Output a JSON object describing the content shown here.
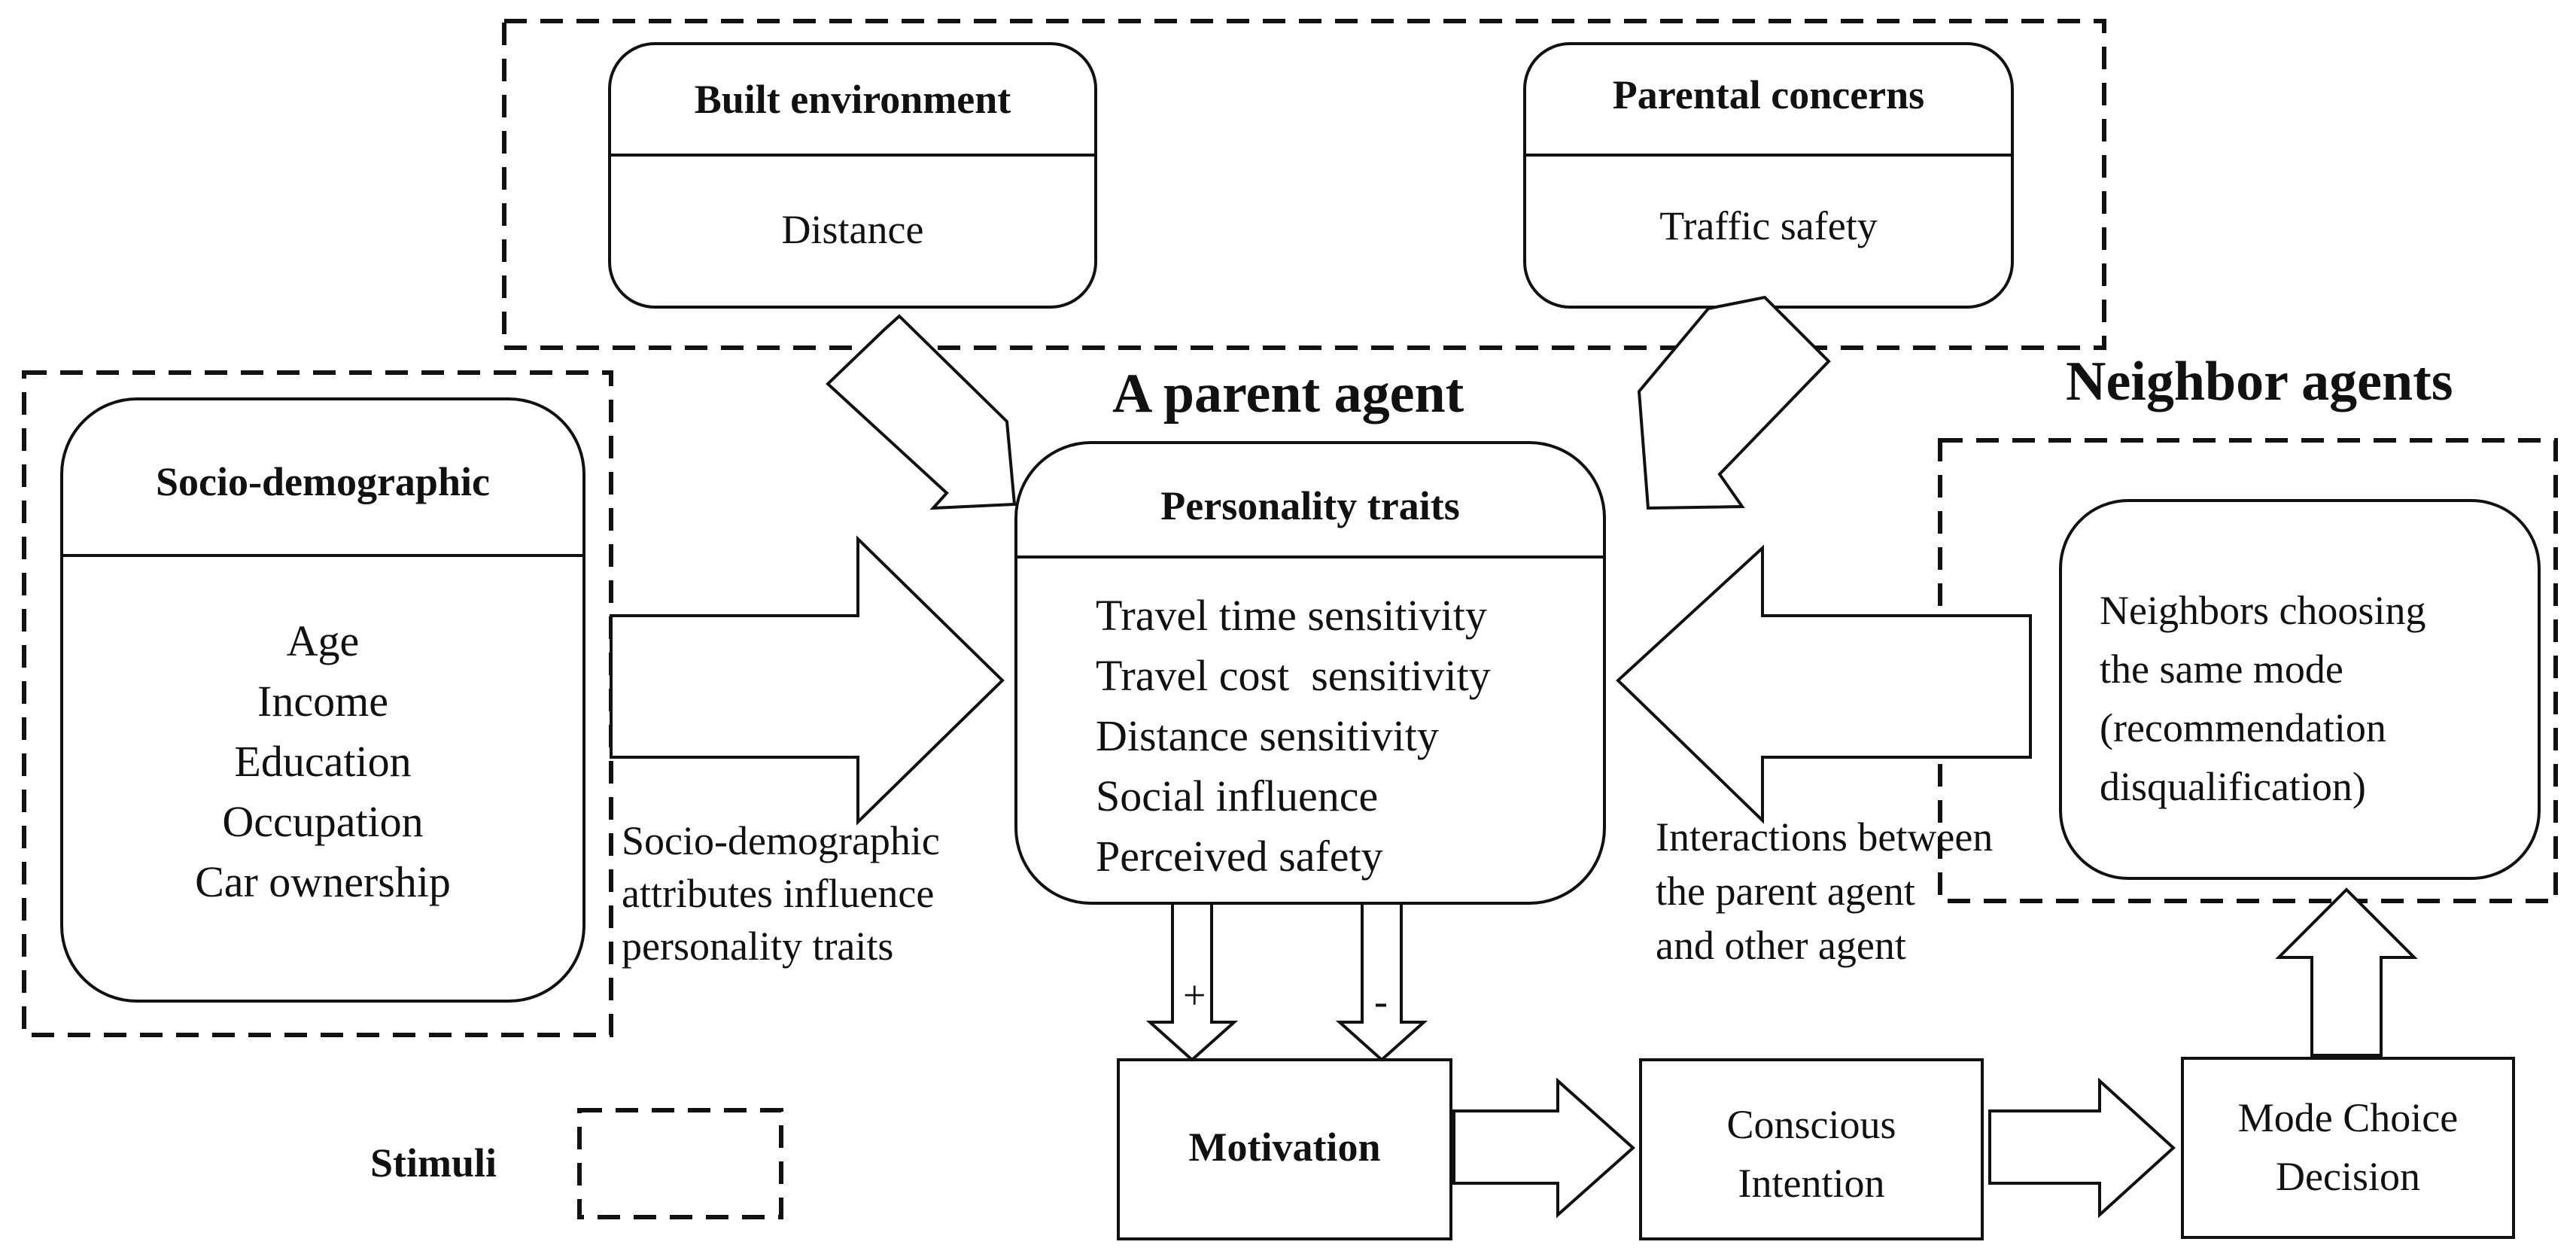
{
  "built_environment": {
    "title": "Built environment",
    "items": "Distance"
  },
  "parental_concerns": {
    "title": "Parental concerns",
    "items": "Traffic safety"
  },
  "parent_agent": {
    "heading": "A parent agent"
  },
  "neighbor_agents": {
    "heading": "Neighbor agents",
    "body": "Neighbors choosing\nthe same mode\n(recommendation\ndisqualification)"
  },
  "socio_demographic": {
    "title": "Socio-demographic",
    "items": [
      "Age",
      "Income",
      "Education",
      "Occupation",
      "Car ownership"
    ]
  },
  "personality_traits": {
    "title": "Personality traits",
    "items": [
      "Travel time sensitivity",
      "Travel cost  sensitivity",
      "Distance sensitivity",
      "Social influence",
      "Perceived safety"
    ]
  },
  "arrow_labels": {
    "socio_influence": "Socio-demographic\n attributes influence\npersonality traits",
    "interactions": "Interactions between\nthe parent agent\nand other agent",
    "positive": "+",
    "negative": "-"
  },
  "process": {
    "motivation": "Motivation",
    "conscious_intention": "Conscious\nIntention",
    "mode_choice": "Mode Choice\nDecision"
  },
  "legend": {
    "stimuli_label": "Stimuli"
  }
}
